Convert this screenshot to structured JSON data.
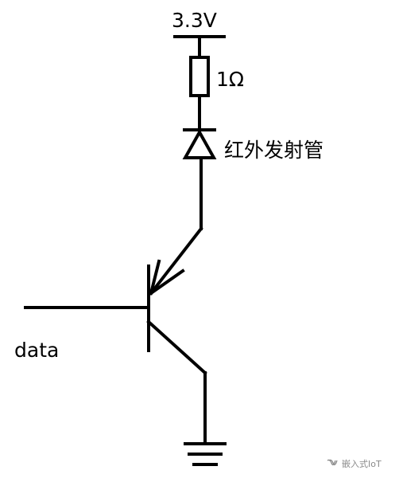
{
  "labels": {
    "supply_voltage": "3.3V",
    "resistor_value": "1Ω",
    "led_name": "红外发射管",
    "input_signal": "data"
  },
  "watermark": {
    "icon": "wechat-channel-icon",
    "text": "嵌入式IoT"
  },
  "colors": {
    "wire": "#000000",
    "background": "#ffffff",
    "watermark": "#8a8a8a"
  }
}
